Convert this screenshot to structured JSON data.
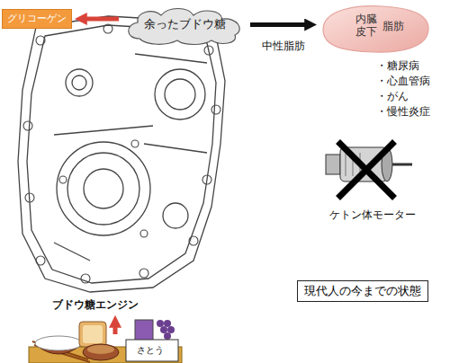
{
  "diagram": {
    "nodes": [
      {
        "text": [
          "グリコーゲン"
        ]
      },
      {
        "text": [
          "余ったブドウ糖"
        ]
      },
      {
        "text": [
          "内臓 皮下",
          "脂肪"
        ]
      },
      {
        "text": [
          "現代人の今までの状態"
        ]
      }
    ],
    "edges": [
      {
        "from": 1,
        "to": 0,
        "arrow": "to"
      },
      {
        "from": 1,
        "to": 2,
        "label": "中性脂肪",
        "arrow": "to"
      }
    ],
    "labels": [
      "ブドウ糖エンジン",
      "・糖尿病",
      "・心血管病",
      "・がん",
      "・慢性炎症",
      "ケトン体モーター",
      "さとう"
    ]
  }
}
